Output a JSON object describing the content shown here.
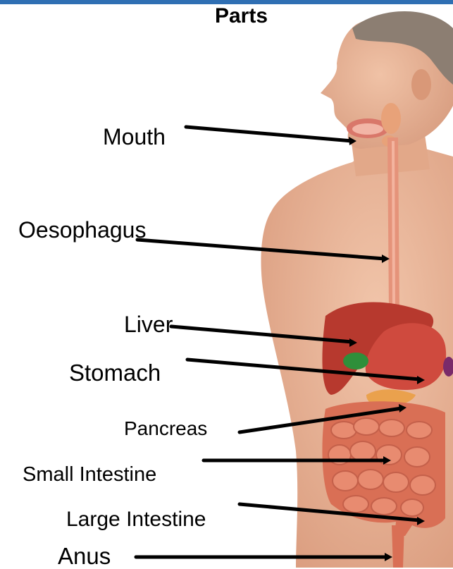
{
  "title": "Parts",
  "labels": {
    "mouth": "Mouth",
    "oesophagus": "Oesophagus",
    "liver": "Liver",
    "stomach": "Stomach",
    "pancreas": "Pancreas",
    "small_intestine": "Small Intestine",
    "large_intestine": "Large Intestine",
    "anus": "Anus"
  },
  "colors": {
    "skin": "#e9b496",
    "liver": "#b7392e",
    "stomach": "#cf4a3e",
    "gallbladder": "#2f8f3a",
    "pancreas": "#eaa14d",
    "intestine": "#e07d62",
    "esophagus": "#e7977b",
    "hair": "#8a7c70",
    "arrow": "#000000"
  }
}
